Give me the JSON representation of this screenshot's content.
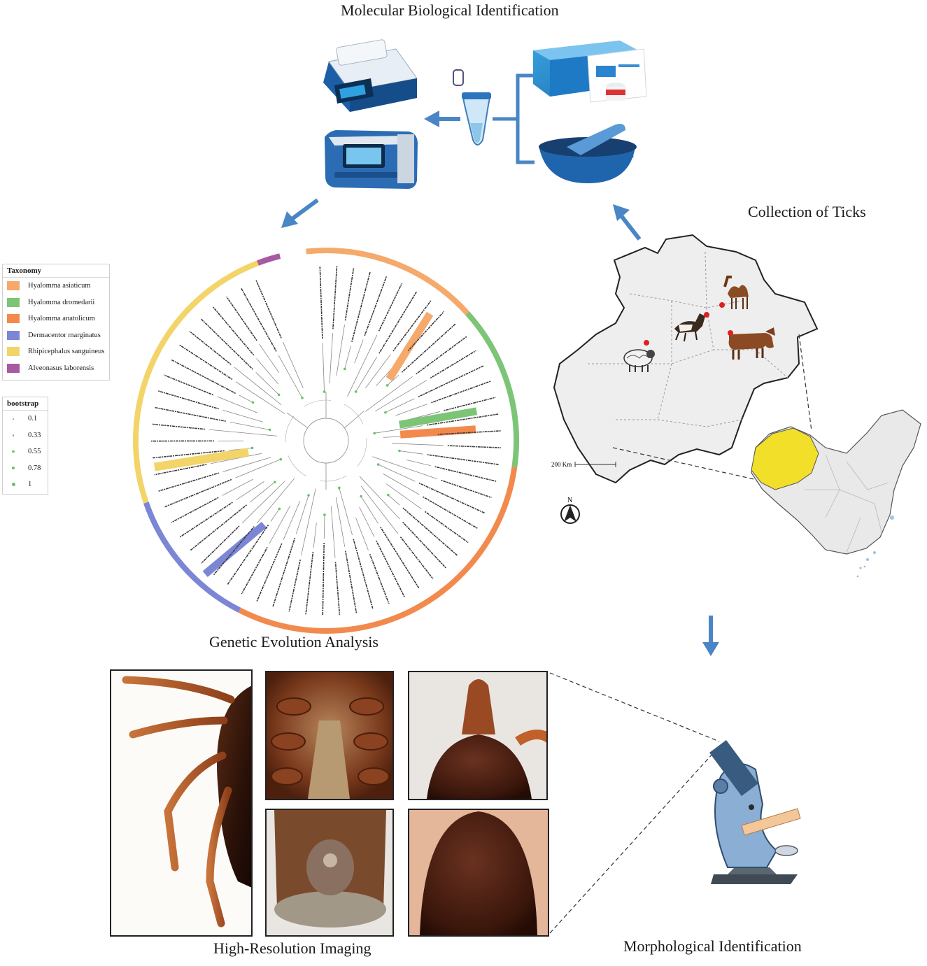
{
  "headings": {
    "molecular": "Molecular Biological Identification",
    "collection": "Collection of Ticks",
    "genetic": "Genetic Evolution Analysis",
    "imaging": "High-Resolution Imaging",
    "morphological": "Morphological Identification"
  },
  "taxonomy_legend": {
    "title": "Taxonomy",
    "items": [
      {
        "label": "Hyalomma asiaticum",
        "color": "#f5a96b"
      },
      {
        "label": "Hyalomma dromedarii",
        "color": "#7cc576"
      },
      {
        "label": "Hyalomma anatolicum",
        "color": "#f28a4e"
      },
      {
        "label": "Dermacentor marginatus",
        "color": "#7c86d6"
      },
      {
        "label": "Rhipicephalus sanguineus",
        "color": "#f2d469"
      },
      {
        "label": "Alveonasus laborensis",
        "color": "#a85aa0"
      }
    ]
  },
  "bootstrap_legend": {
    "title": "bootstrap",
    "items": [
      "0.1",
      "0.33",
      "0.55",
      "0.78",
      "1"
    ]
  },
  "map": {
    "scale_label": "200 Km",
    "north_label": "N"
  },
  "colors": {
    "arrow": "#4a86c5",
    "xinjiang_highlight": "#f2df2a",
    "sample_dot": "#e02020"
  }
}
